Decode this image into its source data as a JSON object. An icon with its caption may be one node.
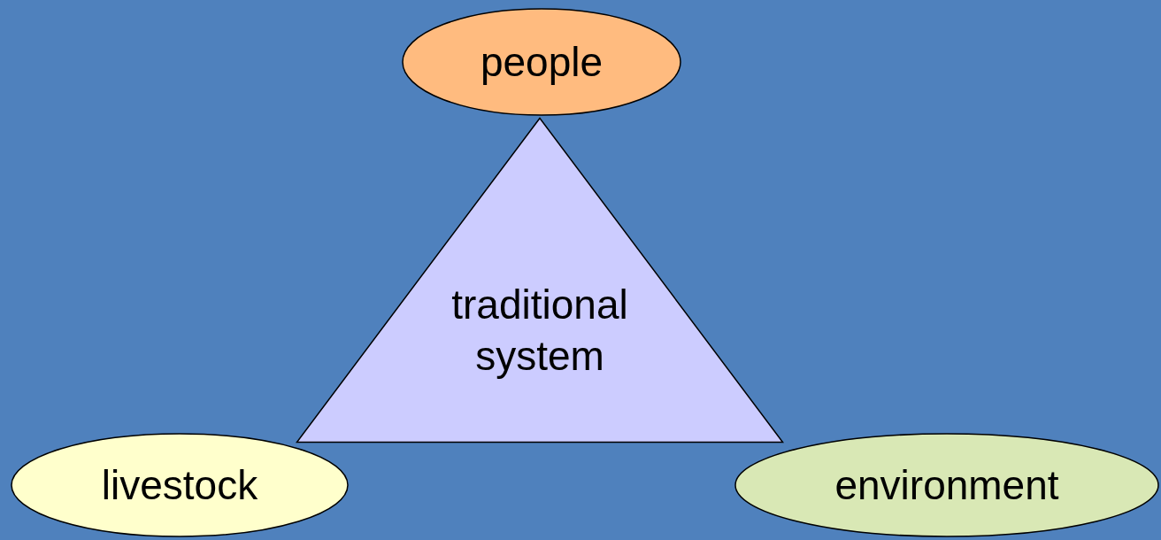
{
  "diagram": {
    "nodes": [
      {
        "text": [
          "people"
        ]
      },
      {
        "text": [
          "traditional system"
        ]
      },
      {
        "text": [
          "livestock"
        ]
      },
      {
        "text": [
          "environment"
        ]
      }
    ]
  }
}
